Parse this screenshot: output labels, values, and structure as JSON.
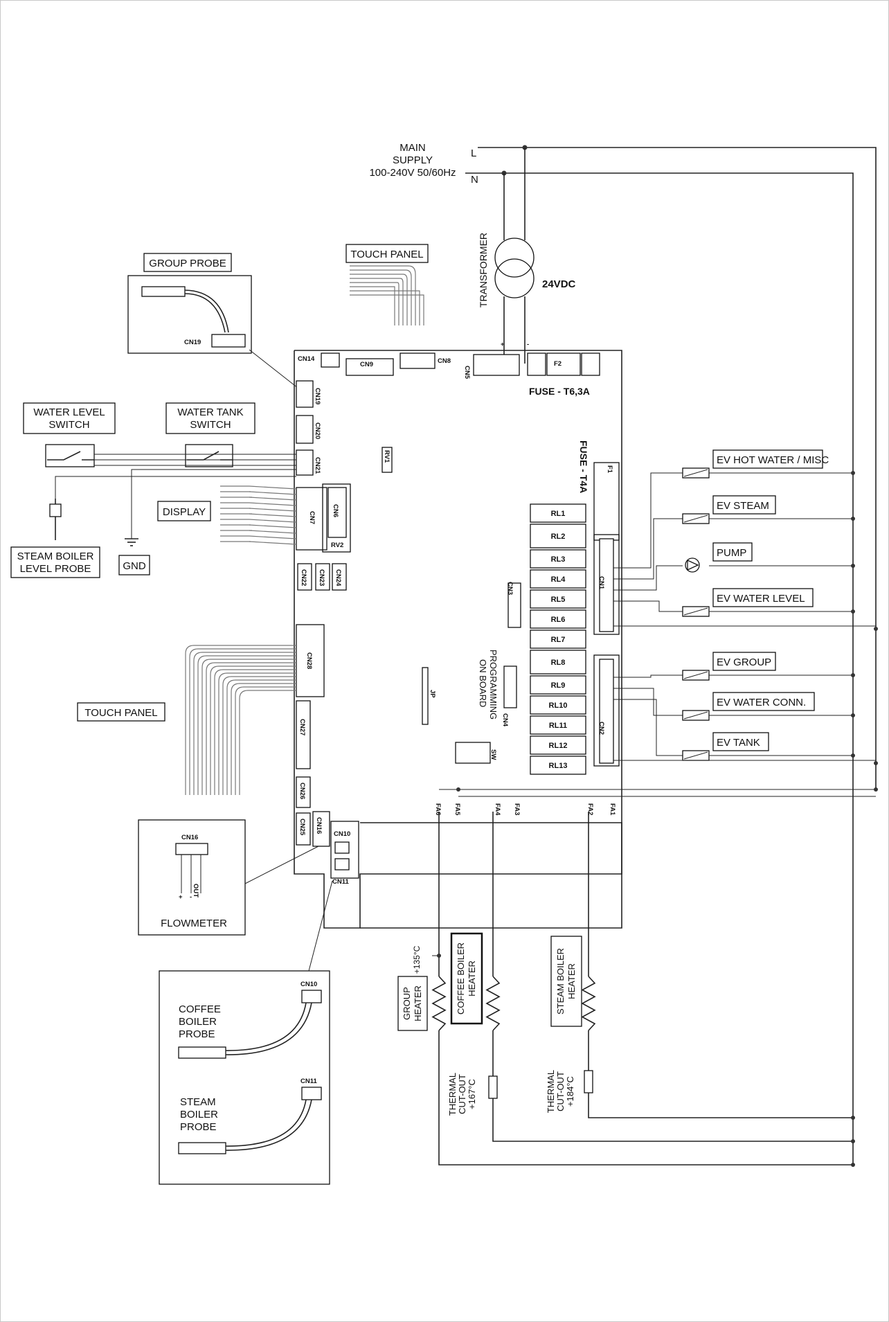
{
  "supply": {
    "line1": "MAIN",
    "line2": "SUPPLY",
    "line3": "100-240V 50/60Hz",
    "l": "L",
    "n": "N"
  },
  "transformer": {
    "label": "TRANSFORMER",
    "output": "24VDC",
    "plus": "+",
    "minus": "-"
  },
  "fuses": {
    "main": "FUSE - T6,3A",
    "aux": "FUSE - T4A",
    "f2": "F2",
    "f1": "F1"
  },
  "touch_panel_top": "TOUCH PANEL",
  "touch_panel_left": "TOUCH PANEL",
  "group_probe": {
    "label": "GROUP PROBE",
    "connector": "CN19"
  },
  "water_level_switch": {
    "line1": "WATER LEVEL",
    "line2": "SWITCH"
  },
  "water_tank_switch": {
    "line1": "WATER TANK",
    "line2": "SWITCH"
  },
  "steam_boiler_level_probe": {
    "line1": "STEAM BOILER",
    "line2": "LEVEL PROBE"
  },
  "gnd": "GND",
  "display": "DISPLAY",
  "connectors": {
    "cn14": "CN14",
    "cn9": "CN9",
    "cn8": "CN8",
    "cn5": "CN5",
    "cn19": "CN19",
    "cn20": "CN20",
    "cn21": "CN21",
    "cn7": "CN7",
    "cn6": "CN6",
    "cn22": "CN22",
    "cn23": "CN23",
    "cn24": "CN24",
    "cn28": "CN28",
    "cn27": "CN27",
    "cn26": "CN26",
    "cn25": "CN25",
    "cn16": "CN16",
    "cn10": "CN10",
    "cn11": "CN11",
    "cn3": "CN3",
    "cn4": "CN4",
    "cn1": "CN1",
    "cn2": "CN2"
  },
  "misc_board": {
    "rv1": "RV1",
    "rv2": "RV2",
    "jp": "JP",
    "sw": "SW",
    "programming_1": "PROGRAMMING",
    "programming_2": "ON BOARD"
  },
  "relays": [
    "RL1",
    "RL2",
    "RL3",
    "RL4",
    "RL5",
    "RL6",
    "RL7",
    "RL8",
    "RL9",
    "RL10",
    "RL11",
    "RL12",
    "RL13"
  ],
  "loads": {
    "ev_hot_water": "EV HOT WATER / MISC",
    "ev_steam": "EV STEAM",
    "pump": "PUMP",
    "ev_water_level": "EV WATER LEVEL",
    "ev_group": "EV GROUP",
    "ev_water_conn": "EV WATER CONN.",
    "ev_tank": "EV TANK"
  },
  "fa": [
    "FA6",
    "FA5",
    "FA4",
    "FA3",
    "FA2",
    "FA1"
  ],
  "flowmeter": {
    "label": "FLOWMETER",
    "connector": "CN16",
    "pins": [
      "+",
      "-",
      "OUT"
    ]
  },
  "probes": {
    "coffee_1": "COFFEE",
    "coffee_2": "BOILER",
    "coffee_3": "PROBE",
    "coffee_cn": "CN10",
    "steam_1": "STEAM",
    "steam_2": "BOILER",
    "steam_3": "PROBE",
    "steam_cn": "CN11"
  },
  "heaters": {
    "group_1": "GROUP",
    "group_2": "HEATER",
    "group_temp": "+135°C",
    "coffee_1": "COFFEE BOILER",
    "coffee_2": "HEATER",
    "steam_1": "STEAM BOILER",
    "steam_2": "HEATER"
  },
  "cutouts": {
    "coffee_1": "THERMAL",
    "coffee_2": "CUT-OUT",
    "coffee_3": "+167°C",
    "steam_1": "THERMAL",
    "steam_2": "CUT-OUT",
    "steam_3": "+184°C"
  }
}
